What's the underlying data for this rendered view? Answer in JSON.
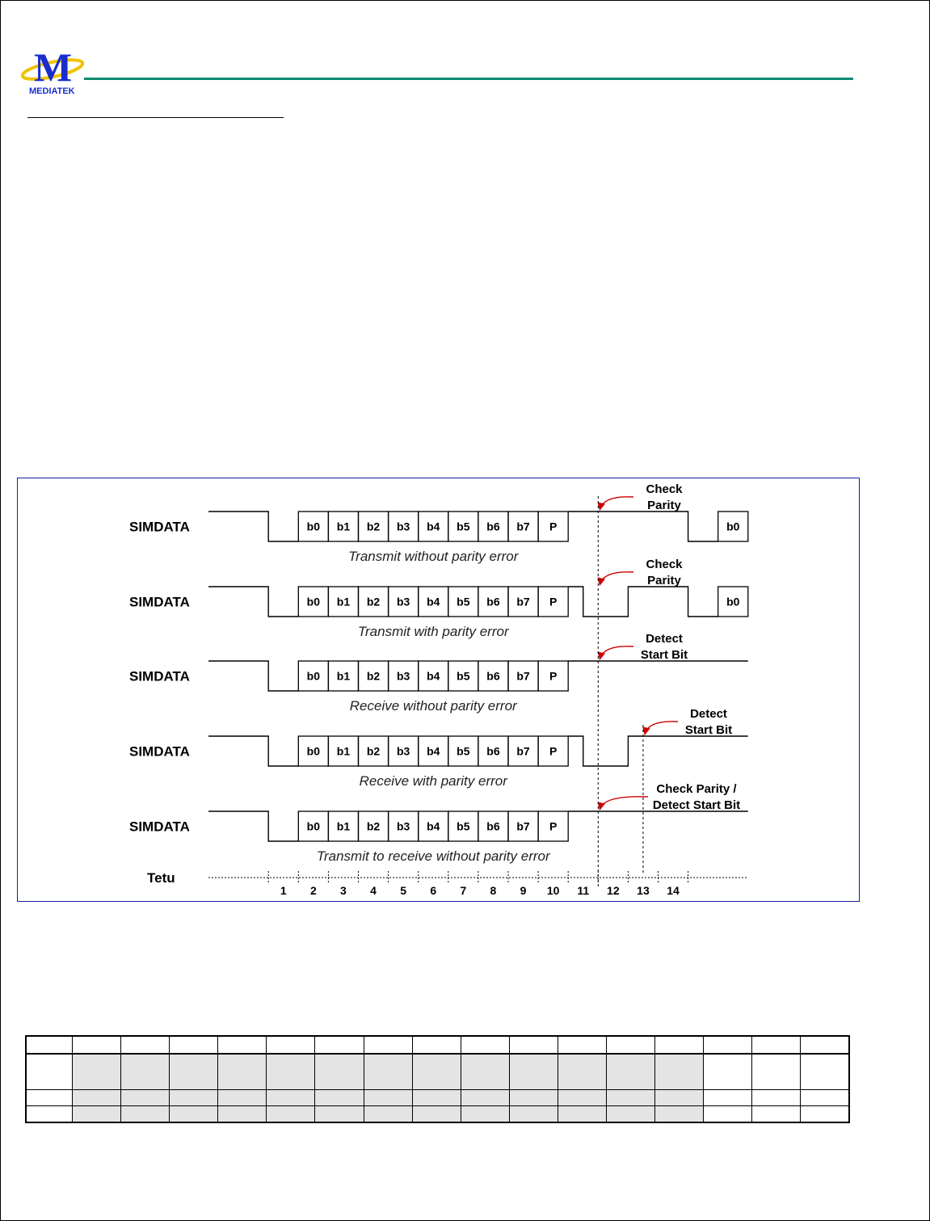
{
  "header": {
    "logo_text": "MEDIATEK",
    "logo_letter": "M",
    "accent_color": "#0a8a70",
    "logo_color": "#1a2ecc",
    "ring_color": "#f2c200"
  },
  "figure": {
    "frame_color": "#1a1aa0",
    "arrow_color": "#cc0000",
    "signal_label": "SIMDATA",
    "bits": [
      "b0",
      "b1",
      "b2",
      "b3",
      "b4",
      "b5",
      "b6",
      "b7",
      "P"
    ],
    "next_bit": "b0",
    "rows": [
      {
        "caption": "Transmit without parity error",
        "note_lines": [
          "Check",
          "Parity"
        ],
        "variant": "tx_ok"
      },
      {
        "caption": "Transmit with parity error",
        "note_lines": [
          "Check",
          "Parity"
        ],
        "variant": "tx_err"
      },
      {
        "caption": "Receive without parity error",
        "note_lines": [
          "Detect",
          "Start Bit"
        ],
        "variant": "rx_ok"
      },
      {
        "caption": "Receive with parity error",
        "note_lines": [
          "Detect",
          "Start Bit"
        ],
        "variant": "rx_err"
      },
      {
        "caption": "Transmit to receive without  parity error",
        "note_lines": [
          "Check Parity /",
          "Detect Start Bit"
        ],
        "variant": "tx_rx"
      }
    ],
    "time_axis": {
      "label": "Tetu",
      "ticks": [
        "1",
        "2",
        "3",
        "4",
        "5",
        "6",
        "7",
        "8",
        "9",
        "10",
        "11",
        "12",
        "13",
        "14"
      ]
    }
  },
  "register_table": {
    "columns": 17,
    "rows": 4,
    "shade_color": "#e4e4e4"
  }
}
